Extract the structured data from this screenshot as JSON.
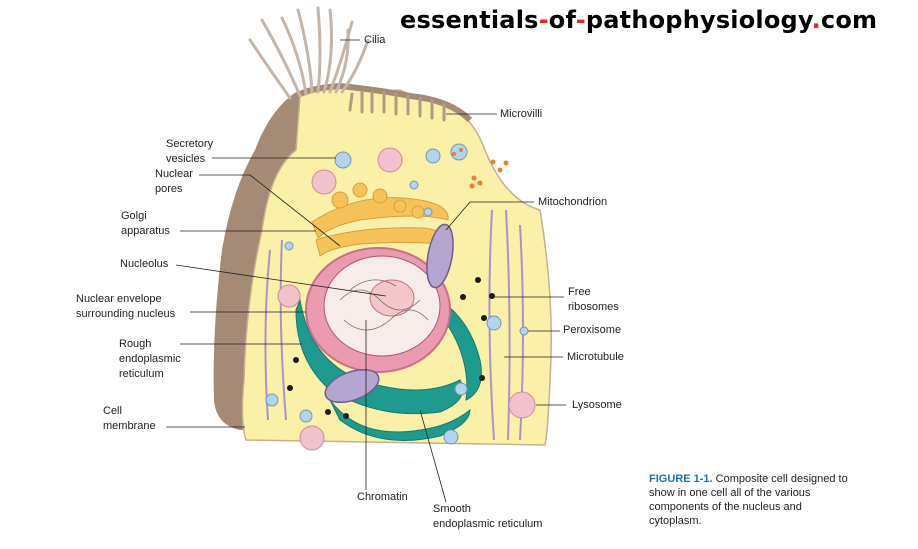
{
  "watermark": {
    "part1": "essentials",
    "dash1": "-",
    "part2": "of",
    "dash2": "-",
    "part3": "pathophysiology",
    "dot": ".",
    "part4": "com"
  },
  "labels": {
    "cilia": "Cilia",
    "microvilli": "Microvilli",
    "secretory_vesicles": "Secretory\nvesicles",
    "nuclear_pores": "Nuclear\npores",
    "golgi": "Golgi\napparatus",
    "nucleolus": "Nucleolus",
    "nuclear_envelope": "Nuclear envelope\nsurrounding nucleus",
    "rough_er": "Rough\nendoplasmic\nreticulum",
    "cell_membrane": "Cell\nmembrane",
    "mitochondrion": "Mitochondrion",
    "free_ribosomes": "Free\nribosomes",
    "peroxisome": "Peroxisome",
    "microtubule": "Microtubule",
    "lysosome": "Lysosome",
    "chromatin": "Chromatin",
    "smooth_er": "Smooth\nendoplasmic reticulum"
  },
  "caption": {
    "figure_number": "FIGURE 1-1.",
    "text": " Composite cell designed to show in one cell all of the various components of the nucleus and cytoplasm."
  },
  "colors": {
    "cytoplasm": "#fbf0a8",
    "membrane": "#a58a76",
    "golgi": "#f6c35b",
    "nucleus_envelope": "#ea9bb0",
    "nucleoplasm": "#f8ecea",
    "er": "#1d9b8f",
    "lysosome": "#f2c2cc",
    "peroxisome": "#b3d4ea",
    "mitochondrion": "#b4a6cf",
    "microtubule": "#a893c8",
    "caption_accent": "#1f6fae"
  }
}
